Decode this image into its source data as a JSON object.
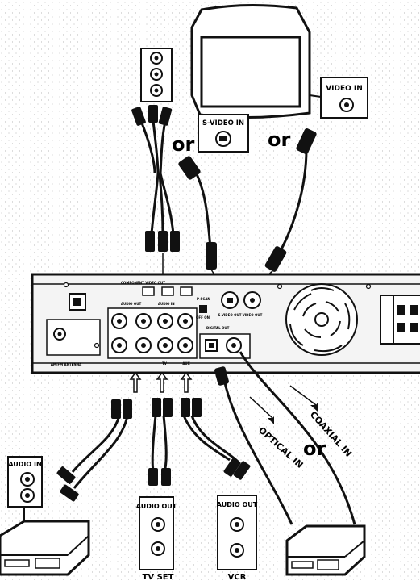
{
  "labels": {
    "video_in": "VIDEO IN",
    "svideo_in": "S-VIDEO IN",
    "or_top_left": "or",
    "or_top_right": "or",
    "or_bottom": "or",
    "audio_in": "AUDIO IN",
    "tv_audio_out": "AUDIO OUT",
    "vcr_audio_out": "AUDIO OUT",
    "tv_set": "TV SET",
    "vcr": "VCR",
    "optical_in": "OPTICAL IN",
    "coaxial_in": "COAXIAL IN"
  },
  "panel_labels": {
    "component_video_out": "COMPONENT VIDEO OUT",
    "audio_out": "AUDIO OUT",
    "audio_in": "AUDIO IN",
    "scan": "P-SCAN",
    "svideo_out": "S-VIDEO OUT",
    "video_out": "VIDEO OUT",
    "off_on": "OFF ON",
    "digital_out": "DIGITAL OUT",
    "am_fm_antenna": "AM/FM ANTENNA",
    "tv": "TV",
    "aux": "AUX"
  },
  "colors": {
    "ink": "#111111",
    "panel_fill": "#f4f4f4",
    "paper": "#ffffff"
  }
}
